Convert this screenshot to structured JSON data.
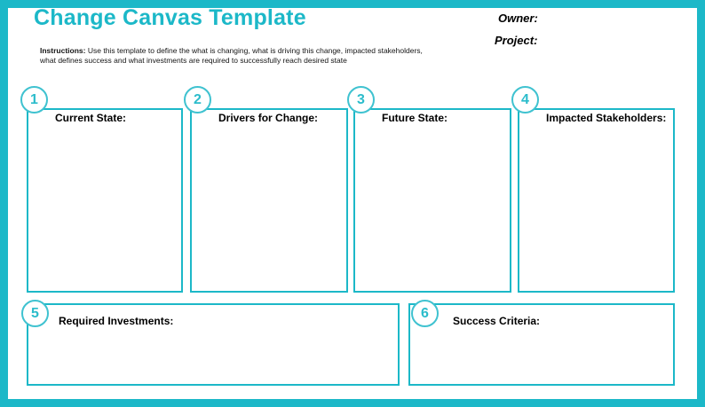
{
  "header": {
    "title": "Change Canvas Template",
    "owner_label": "Owner:",
    "project_label": "Project:"
  },
  "instructions": {
    "label": "Instructions:",
    "text": "Use this template to define the what is changing, what is driving this change, impacted stakeholders, what defines success and what investments are required to successfully reach desired state"
  },
  "boxes": [
    {
      "number": "1",
      "label": "Current State:"
    },
    {
      "number": "2",
      "label": "Drivers for Change:"
    },
    {
      "number": "3",
      "label": "Future State:"
    },
    {
      "number": "4",
      "label": "Impacted Stakeholders:"
    },
    {
      "number": "5",
      "label": "Required Investments:"
    },
    {
      "number": "6",
      "label": "Success Criteria:"
    }
  ],
  "colors": {
    "accent": "#1CB8C8",
    "background": "#FFFFFF",
    "text": "#000000"
  }
}
